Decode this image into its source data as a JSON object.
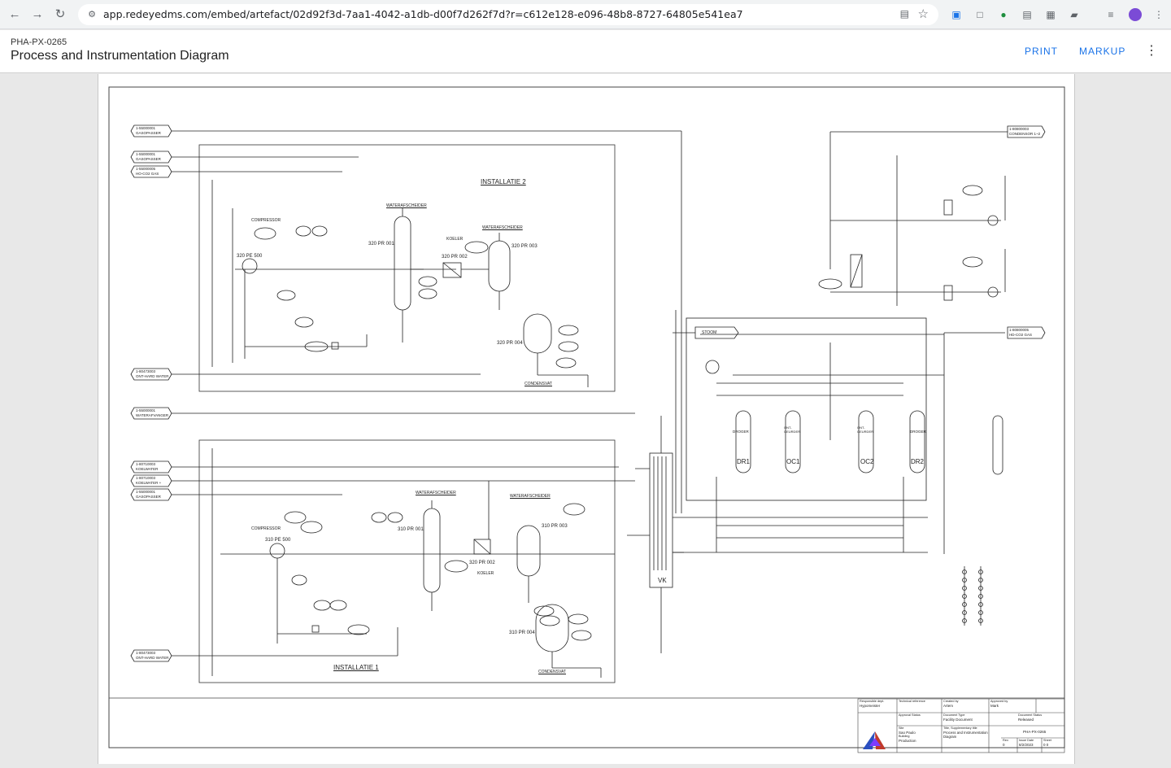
{
  "browser": {
    "url": "app.redeyedms.com/embed/artefact/02d92f3d-7aa1-4042-a1db-d00f7d262f7d?r=c612e128-e096-48b8-8727-64805e541ea7"
  },
  "header": {
    "doc_code": "PHA-PX-0265",
    "doc_title": "Process and Instrumentation Diagram",
    "print_label": "PRINT",
    "markup_label": "MARKUP"
  },
  "drawing": {
    "install2": "INSTALLATIE 2",
    "install1": "INSTALLATIE 1",
    "ref_left": [
      {
        "code": "1-55000001",
        "text": "GASOPASSER"
      },
      {
        "code": "1-55000001",
        "text": "GASOPASSER"
      },
      {
        "code": "1-55000005",
        "text": "HO-CO2 GAS"
      },
      {
        "code": "1-80473003",
        "text": "ONT-HARD WATER"
      },
      {
        "code": "1-55000001",
        "text": "WATERAFVANGER"
      },
      {
        "code": "1-80710003",
        "text": "KOELWATER"
      },
      {
        "code": "1-80710003",
        "text": "KOELWATER +"
      },
      {
        "code": "1-55000001",
        "text": "GASOPASSER"
      },
      {
        "code": "1-80473003",
        "text": "ONT-HARD WATER"
      }
    ],
    "ref_right_top": {
      "code": "1-80800003",
      "text": "CONDENSOR 1~2"
    },
    "ref_right_mid": {
      "code": "1-80800005",
      "text": "HD-CO2 GAS"
    },
    "stoom": "STOOM",
    "i2": {
      "compressor": "COMPRESSOR",
      "pe": "320 PE 500",
      "waterafscheider_a": "WATERAFSCHEIDER",
      "pr001": "320 PR 001",
      "koeler": "KOELER",
      "pr002": "320 PR 002",
      "waterafscheider_b": "WATERAFSCHEIDER",
      "pr003": "320 PR 003",
      "pr004": "320 PR 004",
      "condensvat": "CONDENSVAT"
    },
    "i1": {
      "compressor": "COMPRESSOR",
      "pe": "310 PE 500",
      "waterafscheider_a": "WATERAFSCHEIDER",
      "pr001": "310 PR 001",
      "pr002": "320 PR 002",
      "koeler": "KOELER",
      "waterafscheider_b": "WATERAFSCHEIDER",
      "pr003": "310 PR 003",
      "pr004": "310 PR 004",
      "condensvat": "CONDENSVAT"
    },
    "vessels": {
      "dr1_label": "DROGER",
      "dr1": "DR1",
      "oc1_label": "ONT-GEURDER",
      "oc1": "OC1",
      "oc2_label": "ONT-GEURDER",
      "oc2": "OC2",
      "dr2_label": "DROGER",
      "dr2": "DR2",
      "vk": "VK"
    }
  },
  "title_block": {
    "resp_dept_label": "Responsible dept.",
    "resp_dept": "Hypomeister",
    "tech_ref_label": "Technical reference",
    "created_by_label": "Created by",
    "created_by": "Artem",
    "approved_by_label": "Approved by",
    "approved_by": "Mark",
    "approval_status_label": "Approval Status",
    "doc_type_label": "Document Type",
    "doc_type": "Facility Document",
    "doc_status_label": "Document Status",
    "doc_status": "Released",
    "site_label": "Site",
    "site": "Sao Paulo",
    "building_label": "Building",
    "building": "Production",
    "title_label": "Title, Supplementary title",
    "title": "Process and Instrumentation Diagram",
    "doc_no": "PHA-PX-0265",
    "rev_label": "Rev.",
    "rev": "0",
    "issue_date_label": "Issue Date",
    "issue_date": "8/2/2023",
    "sheet_label": "Sheet",
    "sheet": "0 0"
  }
}
